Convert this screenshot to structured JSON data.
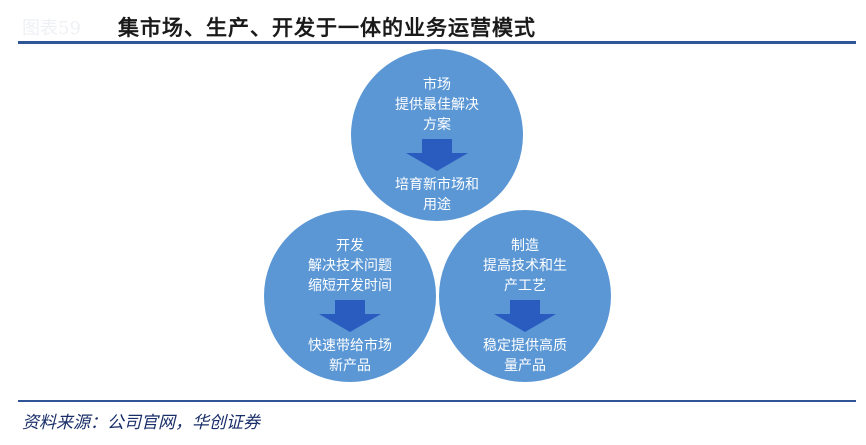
{
  "header": {
    "figure_label": "图表59",
    "title": "集市场、生产、开发于一体的业务运营模式"
  },
  "circles": [
    {
      "name": "market",
      "lines_top": [
        "市场",
        "提供最佳解决",
        "方案"
      ],
      "lines_bottom": [
        "培育新市场和",
        "用途"
      ]
    },
    {
      "name": "development",
      "lines_top": [
        "开发",
        "解决技术问题",
        "缩短开发时间"
      ],
      "lines_bottom": [
        "快速带给市场",
        "新产品"
      ]
    },
    {
      "name": "manufacturing",
      "lines_top": [
        "制造",
        "提高技术和生",
        "产工艺"
      ],
      "lines_bottom": [
        "稳定提供高质",
        "量产品"
      ]
    }
  ],
  "colors": {
    "circle": "#5b97d5",
    "arrow": "#2a5cbf",
    "rule": "#2f5597"
  },
  "source": "资料来源：公司官网，华创证券"
}
